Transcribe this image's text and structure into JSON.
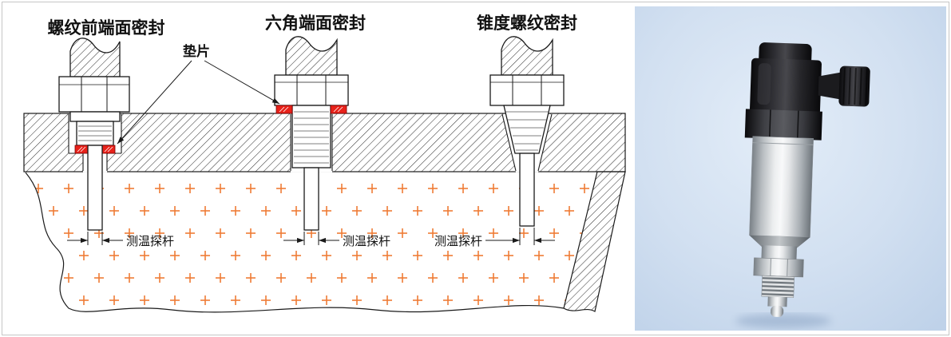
{
  "frame": {
    "border_color": "#c6c6c6",
    "background": "#ffffff"
  },
  "diagram": {
    "title_role": "thread-seal-installation-cross-sections",
    "seal_labels": [
      "螺纹前端面密封",
      "六角端面密封",
      "锥度螺纹密封"
    ],
    "gasket_label": "垫片",
    "probe_labels": [
      "测温探杆",
      "测温探杆",
      "测温探杆"
    ],
    "colors": {
      "line": "#1a1a1a",
      "gasket_highlight": "#e8221a",
      "medium_plus": "#ee7b35",
      "hatch": "#2b2b2b"
    }
  },
  "photo": {
    "subject": "temperature-transmitter-product-photo",
    "background_center": "#e3edf8",
    "background_edge": "#bfd2e9",
    "connector_color": "#141417",
    "body_metal_color": "#dfe2e5"
  }
}
